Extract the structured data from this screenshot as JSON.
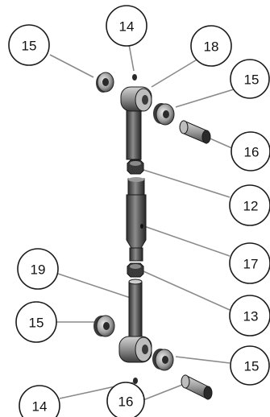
{
  "callouts": [
    {
      "id": "c15-top-left",
      "label": "15"
    },
    {
      "id": "c14-top",
      "label": "14"
    },
    {
      "id": "c18",
      "label": "18"
    },
    {
      "id": "c15-top-right",
      "label": "15"
    },
    {
      "id": "c16-top",
      "label": "16"
    },
    {
      "id": "c12",
      "label": "12"
    },
    {
      "id": "c17",
      "label": "17"
    },
    {
      "id": "c19",
      "label": "19"
    },
    {
      "id": "c13",
      "label": "13"
    },
    {
      "id": "c15-bottom-left",
      "label": "15"
    },
    {
      "id": "c15-bottom-right",
      "label": "15"
    },
    {
      "id": "c14-bottom",
      "label": "14"
    },
    {
      "id": "c16-bottom",
      "label": "16"
    }
  ],
  "colors": {
    "leader": "#8a8a8a",
    "outline": "#1a1a1a",
    "part_dark": "#3a3a3a",
    "part_mid": "#7a7a7a",
    "part_light": "#bdbdbd"
  }
}
